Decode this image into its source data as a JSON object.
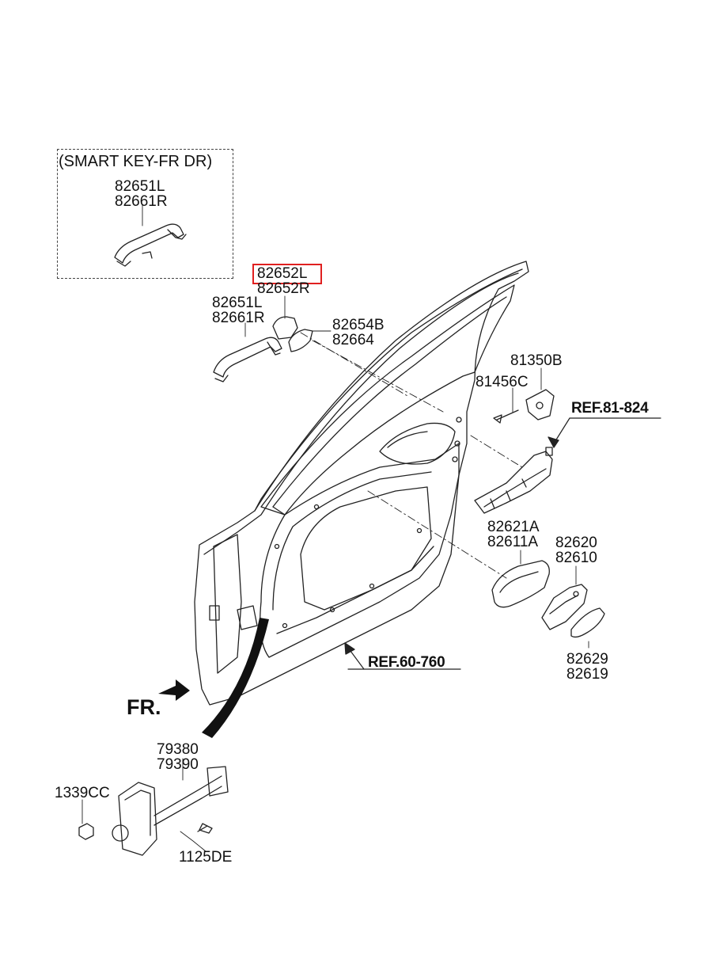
{
  "smart_key_box": {
    "title": "(SMART KEY-FR DR)",
    "part_l": "82651L",
    "part_r": "82661R"
  },
  "labels": {
    "highlighted_l": "82652L",
    "highlighted_r": "82652R",
    "handle_l": "82651L",
    "handle_r": "82661R",
    "cover_b": "82654B",
    "cover_2": "82664",
    "lock_a": "81350B",
    "screw": "81456C",
    "inner_handle_a1": "82621A",
    "inner_handle_a2": "82611A",
    "inner_handle_1": "82620",
    "inner_handle_2": "82610",
    "bezel_1": "82629",
    "bezel_2": "82619",
    "checker_1": "79380",
    "checker_2": "79390",
    "nut": "1339CC",
    "bolt": "1125DE"
  },
  "refs": {
    "ref_lock": "REF.81-824",
    "ref_door": "REF.60-760"
  },
  "direction": "FR.",
  "colors": {
    "highlight": "#e02020",
    "line": "#222222"
  }
}
